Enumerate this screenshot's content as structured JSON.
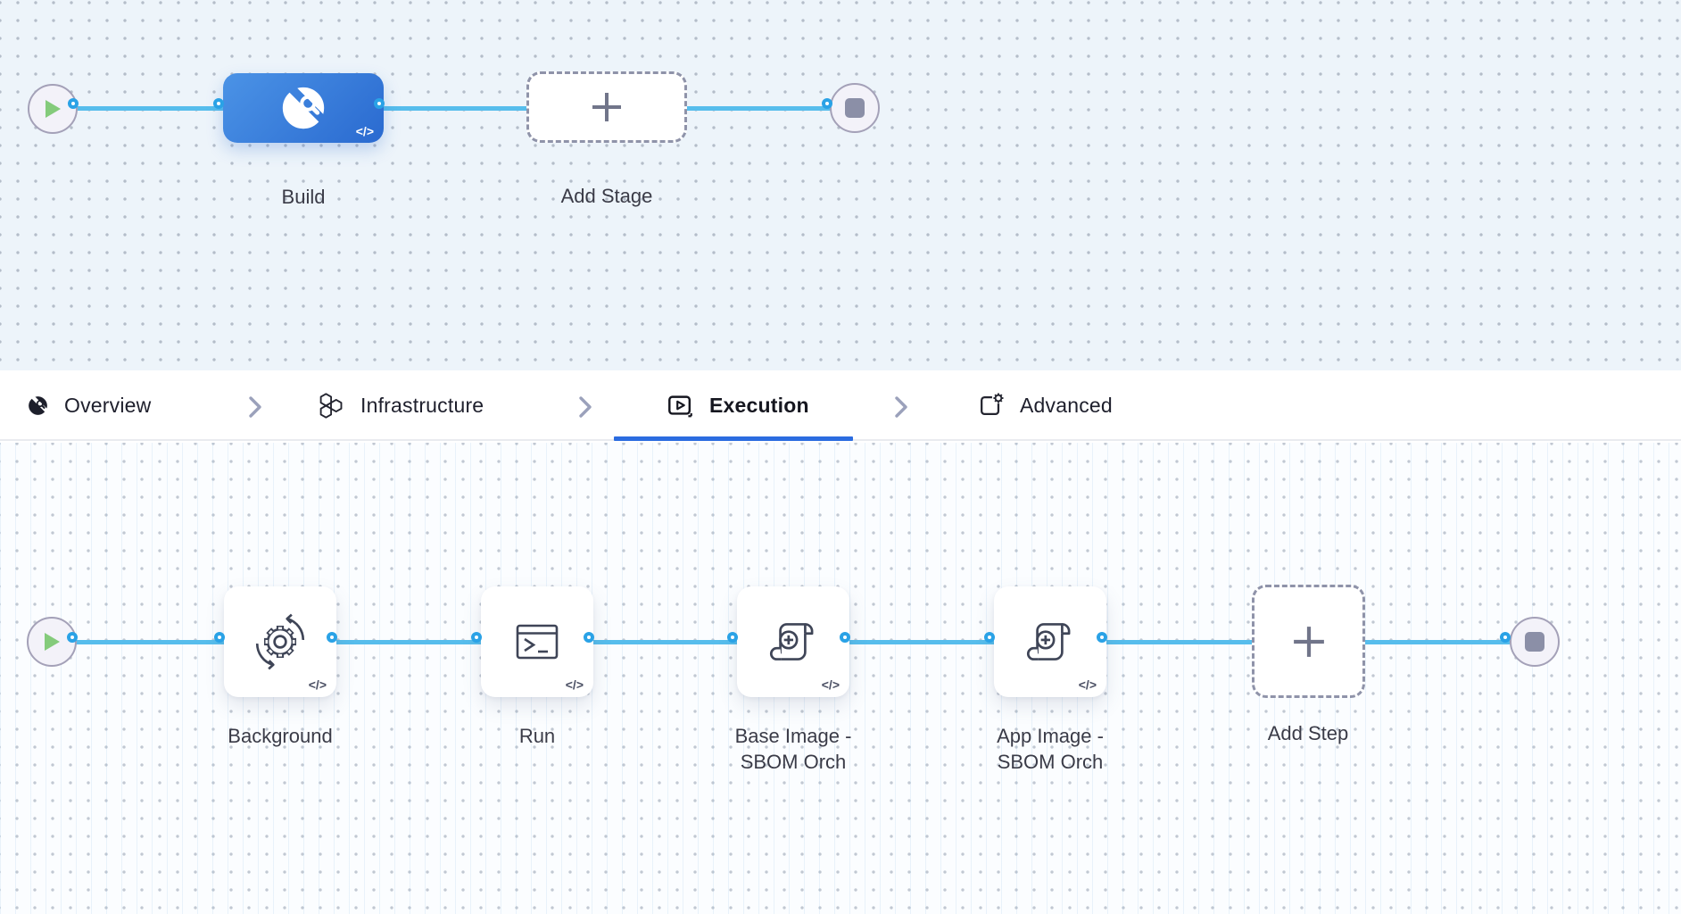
{
  "top_canvas": {
    "stage_label": "Build",
    "add_stage_label": "Add Stage",
    "code_badge": "</>",
    "stage_icon": "ci-build-icon",
    "start_icon": "play-icon",
    "end_icon": "stop-icon"
  },
  "tab_bar": {
    "tabs": [
      {
        "label": "Overview",
        "icon": "pipeline-overview-icon",
        "active": false
      },
      {
        "label": "Infrastructure",
        "icon": "infrastructure-icon",
        "active": false
      },
      {
        "label": "Execution",
        "icon": "execution-icon",
        "active": true
      },
      {
        "label": "Advanced",
        "icon": "advanced-icon",
        "active": false
      }
    ],
    "separator_icon": "chevron-right-icon",
    "underline_color": "#2b6ce0"
  },
  "bottom_canvas": {
    "steps": [
      {
        "label": "Background",
        "icon": "background-sync-icon"
      },
      {
        "label": "Run",
        "icon": "terminal-icon"
      },
      {
        "label": "Base Image -\nSBOM Orch",
        "icon": "sbom-scroll-icon"
      },
      {
        "label": "App Image -\nSBOM Orch",
        "icon": "sbom-scroll-icon"
      }
    ],
    "add_step_label": "Add Step",
    "code_badge": "</>"
  },
  "colors": {
    "connector": "#57bdec",
    "port_ring": "#2aa2e6",
    "stage_gradient_start": "#4b93e6",
    "stage_gradient_end": "#2a6ad0",
    "play_green": "#84cb7b",
    "end_square_gray": "#8b8fa7",
    "canvas_top_bg": "#edf4fa",
    "canvas_bottom_bg": "#fbfdff"
  }
}
